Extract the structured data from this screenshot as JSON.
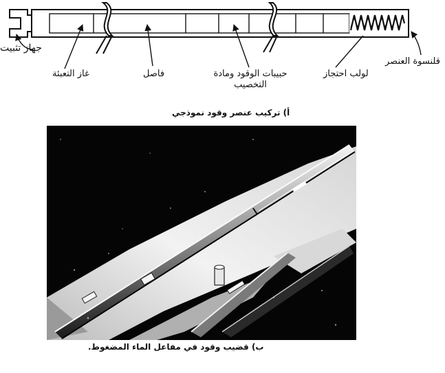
{
  "diagram": {
    "labels": {
      "fixing_device": "جهاز تثبيت",
      "filling_gas": "غاز التعبئة",
      "spacer": "فاصل",
      "fuel_pellets": "حبيبات الوقود ومادة التخصيب",
      "hold_spring": "لولب احتجاز",
      "element_cap": "قلنسوة العنصر"
    },
    "caption": "أ) تركيب عنصر وقود نموذجي"
  },
  "photo": {
    "caption": "ب) قضيب وقود في مفاعل الماء المضغوط."
  },
  "colors": {
    "ink": "#111111",
    "paper": "#ffffff",
    "photo_dark": "#050505",
    "photo_light": "#e6e6e6"
  }
}
